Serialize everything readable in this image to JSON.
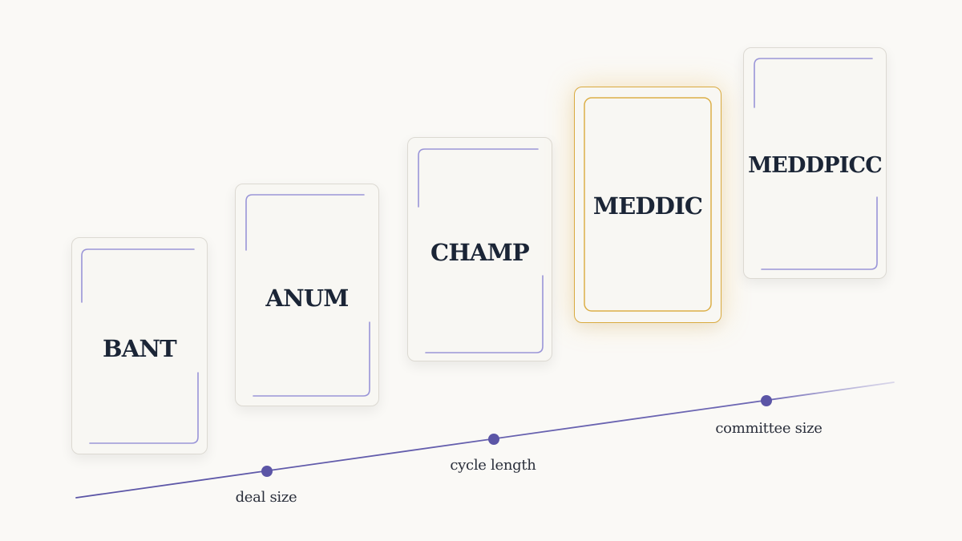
{
  "colors": {
    "background": "#faf9f6",
    "accent_line": "#5b55a6",
    "frame_stroke": "#9a95d8",
    "highlight_stroke": "#d9aa3f",
    "title_text": "#1b2536"
  },
  "frameworks": [
    {
      "name": "BANT",
      "highlighted": false
    },
    {
      "name": "ANUM",
      "highlighted": false
    },
    {
      "name": "CHAMP",
      "highlighted": false
    },
    {
      "name": "MEDDIC",
      "highlighted": true
    },
    {
      "name": "MEDDPICC",
      "highlighted": false
    }
  ],
  "axis": {
    "markers": [
      {
        "label": "deal size"
      },
      {
        "label": "cycle length"
      },
      {
        "label": "committee size"
      }
    ]
  }
}
